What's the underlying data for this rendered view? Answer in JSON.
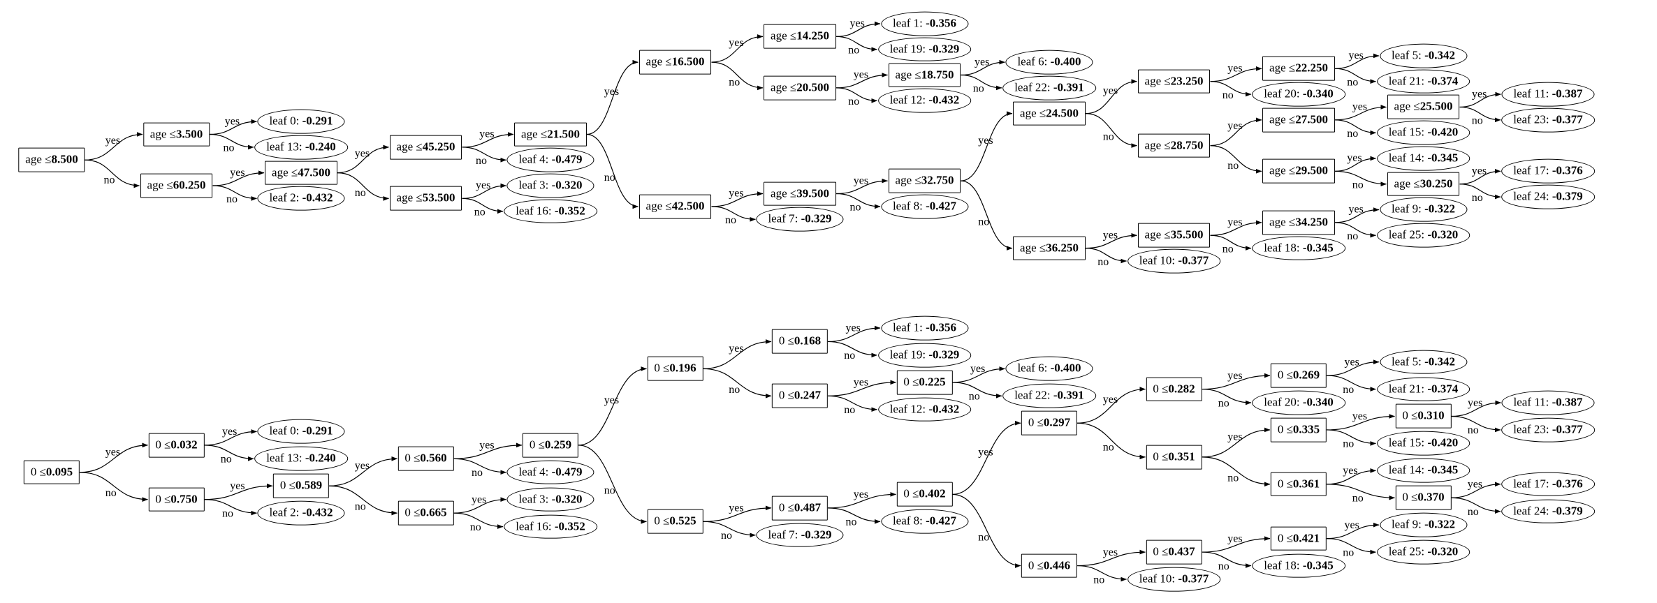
{
  "figure": {
    "background": "#ffffff",
    "colors": {
      "node_border": "#000000",
      "text": "#000000",
      "edge": "#000000"
    }
  },
  "edge_labels": {
    "yes": "yes",
    "no": "no"
  },
  "trees": [
    {
      "name": "age-feature-tree",
      "root": {
        "prefix": "age ≤",
        "threshold": "8.500",
        "yes": {
          "prefix": "age ≤",
          "threshold": "3.500",
          "yes": {
            "prefix": "leaf 0: ",
            "value": "-0.291"
          },
          "no": {
            "prefix": "leaf 13: ",
            "value": "-0.240"
          }
        },
        "no": {
          "prefix": "age ≤",
          "threshold": "60.250",
          "yes": {
            "prefix": "age ≤",
            "threshold": "47.500",
            "yes": {
              "prefix": "age ≤",
              "threshold": "45.250",
              "yes": {
                "prefix": "age ≤",
                "threshold": "21.500",
                "yes": {
                  "prefix": "age ≤",
                  "threshold": "16.500",
                  "yes": {
                    "prefix": "age ≤",
                    "threshold": "14.250",
                    "yes": {
                      "prefix": "leaf 1: ",
                      "value": "-0.356"
                    },
                    "no": {
                      "prefix": "leaf 19: ",
                      "value": "-0.329"
                    }
                  },
                  "no": {
                    "prefix": "age ≤",
                    "threshold": "20.500",
                    "yes": {
                      "prefix": "age ≤",
                      "threshold": "18.750",
                      "yes": {
                        "prefix": "leaf 6: ",
                        "value": "-0.400"
                      },
                      "no": {
                        "prefix": "leaf 22: ",
                        "value": "-0.391"
                      }
                    },
                    "no": {
                      "prefix": "leaf 12: ",
                      "value": "-0.432"
                    }
                  }
                },
                "no": {
                  "prefix": "age ≤",
                  "threshold": "42.500",
                  "yes": {
                    "prefix": "age ≤",
                    "threshold": "39.500",
                    "yes": {
                      "prefix": "age ≤",
                      "threshold": "32.750",
                      "yes": {
                        "prefix": "age ≤",
                        "threshold": "24.500",
                        "yes": {
                          "prefix": "age ≤",
                          "threshold": "23.250",
                          "yes": {
                            "prefix": "age ≤",
                            "threshold": "22.250",
                            "yes": {
                              "prefix": "leaf 5: ",
                              "value": "-0.342"
                            },
                            "no": {
                              "prefix": "leaf 21: ",
                              "value": "-0.374"
                            }
                          },
                          "no": {
                            "prefix": "leaf 20: ",
                            "value": "-0.340"
                          }
                        },
                        "no": {
                          "prefix": "age ≤",
                          "threshold": "28.750",
                          "yes": {
                            "prefix": "age ≤",
                            "threshold": "27.500",
                            "yes": {
                              "prefix": "age ≤",
                              "threshold": "25.500",
                              "yes": {
                                "prefix": "leaf 11: ",
                                "value": "-0.387"
                              },
                              "no": {
                                "prefix": "leaf 23: ",
                                "value": "-0.377"
                              }
                            },
                            "no": {
                              "prefix": "leaf 15: ",
                              "value": "-0.420"
                            }
                          },
                          "no": {
                            "prefix": "age ≤",
                            "threshold": "29.500",
                            "yes": {
                              "prefix": "leaf 14: ",
                              "value": "-0.345"
                            },
                            "no": {
                              "prefix": "age ≤",
                              "threshold": "30.250",
                              "yes": {
                                "prefix": "leaf 17: ",
                                "value": "-0.376"
                              },
                              "no": {
                                "prefix": "leaf 24: ",
                                "value": "-0.379"
                              }
                            }
                          }
                        }
                      },
                      "no": {
                        "prefix": "age ≤",
                        "threshold": "36.250",
                        "yes": {
                          "prefix": "age ≤",
                          "threshold": "35.500",
                          "yes": {
                            "prefix": "age ≤",
                            "threshold": "34.250",
                            "yes": {
                              "prefix": "leaf 9: ",
                              "value": "-0.322"
                            },
                            "no": {
                              "prefix": "leaf 25: ",
                              "value": "-0.320"
                            }
                          },
                          "no": {
                            "prefix": "leaf 18: ",
                            "value": "-0.345"
                          }
                        },
                        "no": {
                          "prefix": "leaf 10: ",
                          "value": "-0.377"
                        }
                      }
                    },
                    "no": {
                      "prefix": "leaf 8: ",
                      "value": "-0.427"
                    }
                  },
                  "no": {
                    "prefix": "leaf 7: ",
                    "value": "-0.329"
                  }
                }
              },
              "no": {
                "prefix": "leaf 4: ",
                "value": "-0.479"
              }
            },
            "no": {
              "prefix": "age ≤",
              "threshold": "53.500",
              "yes": {
                "prefix": "leaf 3: ",
                "value": "-0.320"
              },
              "no": {
                "prefix": "leaf 16: ",
                "value": "-0.352"
              }
            }
          },
          "no": {
            "prefix": "leaf 2: ",
            "value": "-0.432"
          }
        }
      }
    },
    {
      "name": "feature0-normalized-tree",
      "root": {
        "prefix": "0 ≤",
        "threshold": "0.095",
        "yes": {
          "prefix": "0 ≤",
          "threshold": "0.032",
          "yes": {
            "prefix": "leaf 0: ",
            "value": "-0.291"
          },
          "no": {
            "prefix": "leaf 13: ",
            "value": "-0.240"
          }
        },
        "no": {
          "prefix": "0 ≤",
          "threshold": "0.750",
          "yes": {
            "prefix": "0 ≤",
            "threshold": "0.589",
            "yes": {
              "prefix": "0 ≤",
              "threshold": "0.560",
              "yes": {
                "prefix": "0 ≤",
                "threshold": "0.259",
                "yes": {
                  "prefix": "0 ≤",
                  "threshold": "0.196",
                  "yes": {
                    "prefix": "0 ≤",
                    "threshold": "0.168",
                    "yes": {
                      "prefix": "leaf 1: ",
                      "value": "-0.356"
                    },
                    "no": {
                      "prefix": "leaf 19: ",
                      "value": "-0.329"
                    }
                  },
                  "no": {
                    "prefix": "0 ≤",
                    "threshold": "0.247",
                    "yes": {
                      "prefix": "0 ≤",
                      "threshold": "0.225",
                      "yes": {
                        "prefix": "leaf 6: ",
                        "value": "-0.400"
                      },
                      "no": {
                        "prefix": "leaf 22: ",
                        "value": "-0.391"
                      }
                    },
                    "no": {
                      "prefix": "leaf 12: ",
                      "value": "-0.432"
                    }
                  }
                },
                "no": {
                  "prefix": "0 ≤",
                  "threshold": "0.525",
                  "yes": {
                    "prefix": "0 ≤",
                    "threshold": "0.487",
                    "yes": {
                      "prefix": "0 ≤",
                      "threshold": "0.402",
                      "yes": {
                        "prefix": "0 ≤",
                        "threshold": "0.297",
                        "yes": {
                          "prefix": "0 ≤",
                          "threshold": "0.282",
                          "yes": {
                            "prefix": "0 ≤",
                            "threshold": "0.269",
                            "yes": {
                              "prefix": "leaf 5: ",
                              "value": "-0.342"
                            },
                            "no": {
                              "prefix": "leaf 21: ",
                              "value": "-0.374"
                            }
                          },
                          "no": {
                            "prefix": "leaf 20: ",
                            "value": "-0.340"
                          }
                        },
                        "no": {
                          "prefix": "0 ≤",
                          "threshold": "0.351",
                          "yes": {
                            "prefix": "0 ≤",
                            "threshold": "0.335",
                            "yes": {
                              "prefix": "0 ≤",
                              "threshold": "0.310",
                              "yes": {
                                "prefix": "leaf 11: ",
                                "value": "-0.387"
                              },
                              "no": {
                                "prefix": "leaf 23: ",
                                "value": "-0.377"
                              }
                            },
                            "no": {
                              "prefix": "leaf 15: ",
                              "value": "-0.420"
                            }
                          },
                          "no": {
                            "prefix": "0 ≤",
                            "threshold": "0.361",
                            "yes": {
                              "prefix": "leaf 14: ",
                              "value": "-0.345"
                            },
                            "no": {
                              "prefix": "0 ≤",
                              "threshold": "0.370",
                              "yes": {
                                "prefix": "leaf 17: ",
                                "value": "-0.376"
                              },
                              "no": {
                                "prefix": "leaf 24: ",
                                "value": "-0.379"
                              }
                            }
                          }
                        }
                      },
                      "no": {
                        "prefix": "0 ≤",
                        "threshold": "0.446",
                        "yes": {
                          "prefix": "0 ≤",
                          "threshold": "0.437",
                          "yes": {
                            "prefix": "0 ≤",
                            "threshold": "0.421",
                            "yes": {
                              "prefix": "leaf 9: ",
                              "value": "-0.322"
                            },
                            "no": {
                              "prefix": "leaf 25: ",
                              "value": "-0.320"
                            }
                          },
                          "no": {
                            "prefix": "leaf 18: ",
                            "value": "-0.345"
                          }
                        },
                        "no": {
                          "prefix": "leaf 10: ",
                          "value": "-0.377"
                        }
                      }
                    },
                    "no": {
                      "prefix": "leaf 8: ",
                      "value": "-0.427"
                    }
                  },
                  "no": {
                    "prefix": "leaf 7: ",
                    "value": "-0.329"
                  }
                }
              },
              "no": {
                "prefix": "leaf 4: ",
                "value": "-0.479"
              }
            },
            "no": {
              "prefix": "0 ≤",
              "threshold": "0.665",
              "yes": {
                "prefix": "leaf 3: ",
                "value": "-0.320"
              },
              "no": {
                "prefix": "leaf 16: ",
                "value": "-0.352"
              }
            }
          },
          "no": {
            "prefix": "leaf 2: ",
            "value": "-0.432"
          }
        }
      }
    }
  ]
}
